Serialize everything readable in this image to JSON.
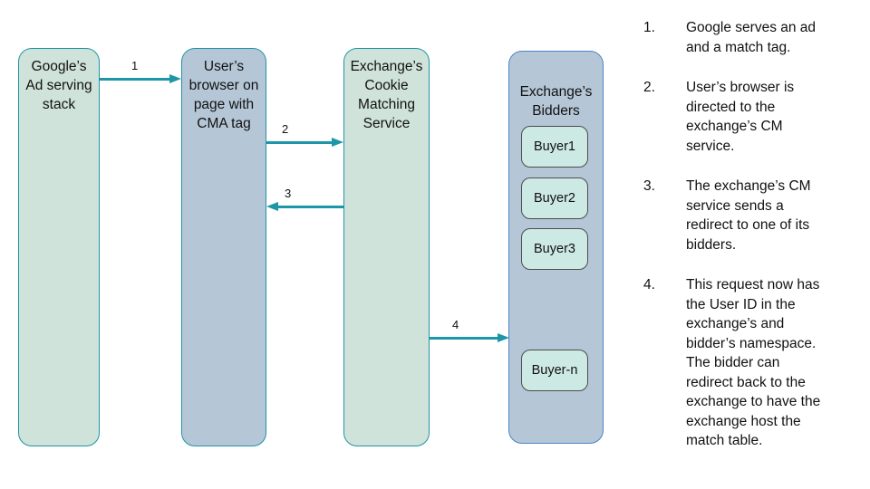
{
  "colors": {
    "teal_border_arrow": "#1d96a8",
    "green_node_fill": "#cfe3da",
    "blue_node_fill": "#b5c6d6",
    "bidders_border": "#4a86c8",
    "buyer_fill": "#cde9e3",
    "buyer_border": "#4d4d4d",
    "text": "#111111",
    "background": "#ffffff"
  },
  "diagram": {
    "nodes": [
      {
        "id": "google-ad-stack",
        "label": "Google’s\nAd serving\nstack"
      },
      {
        "id": "user-browser",
        "label": "User’s\nbrowser on\npage with\nCMA tag"
      },
      {
        "id": "cookie-matching-service",
        "label": "Exchange’s\nCookie\nMatching\nService"
      },
      {
        "id": "exchange-bidders",
        "label": "Exchange’s\nBidders"
      }
    ],
    "buyers": [
      {
        "label": "Buyer1"
      },
      {
        "label": "Buyer2"
      },
      {
        "label": "Buyer3"
      },
      {
        "label": "Buyer-n"
      }
    ],
    "arrows": [
      {
        "label": "1",
        "from": "google-ad-stack",
        "to": "user-browser",
        "direction": "right"
      },
      {
        "label": "2",
        "from": "user-browser",
        "to": "cookie-matching-service",
        "direction": "right"
      },
      {
        "label": "3",
        "from": "cookie-matching-service",
        "to": "user-browser",
        "direction": "left"
      },
      {
        "label": "4",
        "from": "cookie-matching-service",
        "to": "exchange-bidders",
        "direction": "right"
      }
    ]
  },
  "notes": {
    "items": [
      {
        "number": "1.",
        "text": "Google serves an ad\nand a match tag."
      },
      {
        "number": "2.",
        "text": "User’s browser is\ndirected to the\nexchange’s CM\nservice."
      },
      {
        "number": "3.",
        "text": "The exchange’s CM\nservice sends a\nredirect to one of its\nbidders."
      },
      {
        "number": "4.",
        "text": "This request now has\nthe User ID in the\nexchange’s and\nbidder’s namespace.\nThe bidder can\nredirect back to the\nexchange to have the\nexchange host the\nmatch table."
      }
    ]
  }
}
